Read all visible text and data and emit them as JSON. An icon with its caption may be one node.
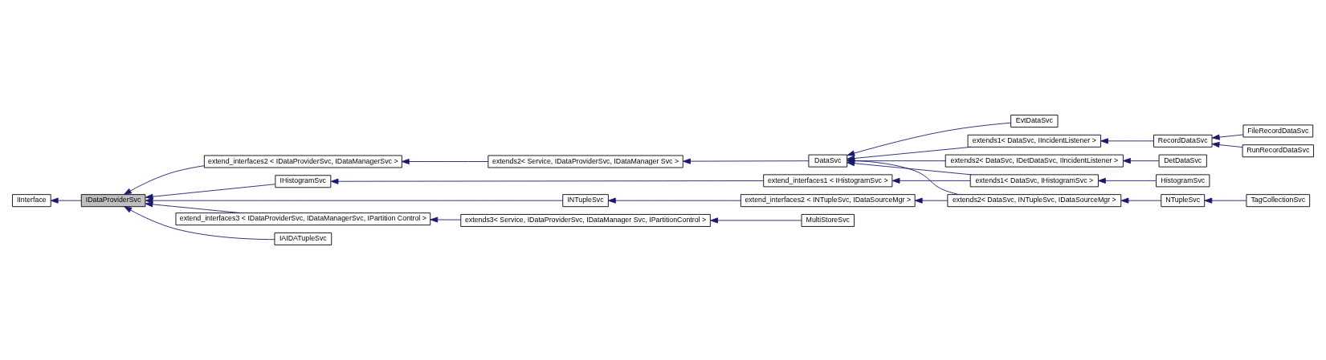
{
  "diagram": {
    "nodes": [
      {
        "text": [
          "IInterface"
        ]
      },
      {
        "text": [
          "IDataProviderSvc"
        ]
      },
      {
        "text": [
          "extend_interfaces2 < IDataProviderSvc, IDataManagerSvc >"
        ]
      },
      {
        "text": [
          "IHistogramSvc"
        ]
      },
      {
        "text": [
          "INTupleSvc"
        ]
      },
      {
        "text": [
          "extend_interfaces3 < IDataProviderSvc, IDataManagerSvc, IPartition Control >"
        ]
      },
      {
        "text": [
          "IAIDATupleSvc"
        ]
      },
      {
        "text": [
          "extends2< Service, IDataProviderSvc, IDataManager Svc >"
        ]
      },
      {
        "text": [
          "extend_interfaces1 < IHistogramSvc >"
        ]
      },
      {
        "text": [
          "extend_interfaces2 < INTupleSvc, IDataSourceMgr >"
        ]
      },
      {
        "text": [
          "extends3< Service, IDataProviderSvc, IDataManager Svc, IPartitionControl >"
        ]
      },
      {
        "text": [
          "DataSvc"
        ]
      },
      {
        "text": [
          "MultiStoreSvc"
        ]
      },
      {
        "text": [
          "EvtDataSvc"
        ]
      },
      {
        "text": [
          "extends1< DataSvc, IIncidentListener >"
        ]
      },
      {
        "text": [
          "extends2< DataSvc, IDetDataSvc, IIncidentListener >"
        ]
      },
      {
        "text": [
          "extends1< DataSvc, IHistogramSvc >"
        ]
      },
      {
        "text": [
          "extends2< DataSvc, INTupleSvc, IDataSourceMgr >"
        ]
      },
      {
        "text": [
          "RecordDataSvc"
        ]
      },
      {
        "text": [
          "DetDataSvc"
        ]
      },
      {
        "text": [
          "HistogramSvc"
        ]
      },
      {
        "text": [
          "NTupleSvc"
        ]
      },
      {
        "text": [
          "RunRecordDataSvc"
        ]
      },
      {
        "text": [
          "FileRecordDataSvc"
        ]
      },
      {
        "text": [
          "TagCollectionSvc"
        ]
      }
    ],
    "edges": [
      {
        "from": 1,
        "to": 0,
        "arrow": "to"
      },
      {
        "from": 2,
        "to": 1,
        "arrow": "to"
      },
      {
        "from": 3,
        "to": 1,
        "arrow": "to"
      },
      {
        "from": 4,
        "to": 1,
        "arrow": "to"
      },
      {
        "from": 5,
        "to": 1,
        "arrow": "to"
      },
      {
        "from": 6,
        "to": 1,
        "arrow": "to"
      },
      {
        "from": 7,
        "to": 2,
        "arrow": "to"
      },
      {
        "from": 8,
        "to": 3,
        "arrow": "to"
      },
      {
        "from": 9,
        "to": 4,
        "arrow": "to"
      },
      {
        "from": 10,
        "to": 5,
        "arrow": "to"
      },
      {
        "from": 11,
        "to": 7,
        "arrow": "to"
      },
      {
        "from": 16,
        "to": 8,
        "arrow": "to"
      },
      {
        "from": 17,
        "to": 9,
        "arrow": "to"
      },
      {
        "from": 12,
        "to": 10,
        "arrow": "to"
      },
      {
        "from": 13,
        "to": 11,
        "arrow": "to"
      },
      {
        "from": 14,
        "to": 11,
        "arrow": "to"
      },
      {
        "from": 15,
        "to": 11,
        "arrow": "to"
      },
      {
        "from": 16,
        "to": 11,
        "arrow": "to"
      },
      {
        "from": 17,
        "to": 11,
        "arrow": "to"
      },
      {
        "from": 18,
        "to": 14,
        "arrow": "to"
      },
      {
        "from": 19,
        "to": 15,
        "arrow": "to"
      },
      {
        "from": 20,
        "to": 16,
        "arrow": "to"
      },
      {
        "from": 21,
        "to": 17,
        "arrow": "to"
      },
      {
        "from": 22,
        "to": 18,
        "arrow": "to"
      },
      {
        "from": 23,
        "to": 18,
        "arrow": "to"
      },
      {
        "from": 24,
        "to": 21,
        "arrow": "to"
      }
    ]
  }
}
